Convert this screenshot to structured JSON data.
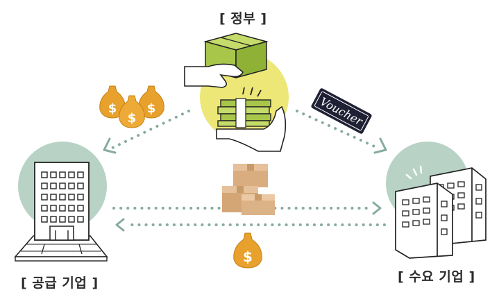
{
  "labels": {
    "government": "[ 정부 ]",
    "supplier": "[ 공급 기업 ]",
    "demand": "[ 수요 기업 ]"
  },
  "voucher_text": "Voucher",
  "money_symbol": "$",
  "colors": {
    "box_green": "#a8c64a",
    "sun_yellow": "#ece776",
    "circle_mint": "#b8d3c6",
    "arrow_dots": "#86ab9b",
    "money_orange": "#e8a12c",
    "cardboard": "#d9ad7f",
    "voucher_dark": "#1f2033"
  }
}
